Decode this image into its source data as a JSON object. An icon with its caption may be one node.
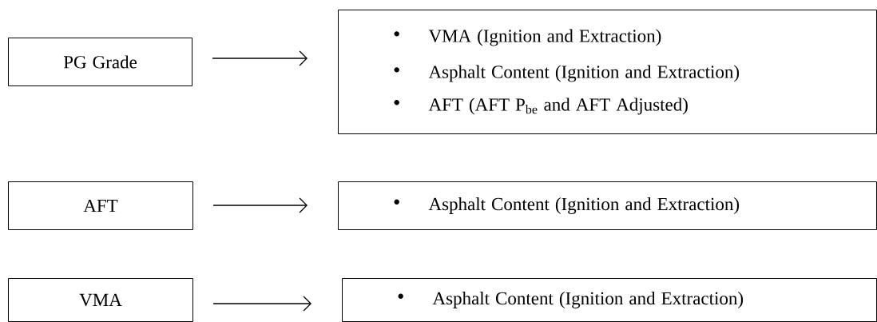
{
  "diagram": {
    "nodes": [
      {
        "text": [
          "PG Grade"
        ]
      },
      {
        "text": [
          "VMA (Ignition and Extraction)",
          "Asphalt Content (Ignition and Extraction)",
          "AFT (AFT P$_{be}$ and AFT Adjusted)"
        ]
      },
      {
        "text": [
          "AFT"
        ]
      },
      {
        "text": [
          "Asphalt Content (Ignition and Extraction)"
        ]
      },
      {
        "text": [
          "VMA"
        ]
      },
      {
        "text": [
          "Asphalt Content (Ignition and Extraction)"
        ]
      }
    ],
    "edges": [
      {
        "from": 0,
        "to": 1,
        "arrow": "to"
      },
      {
        "from": 2,
        "to": 3,
        "arrow": "to"
      },
      {
        "from": 4,
        "to": 5,
        "arrow": "to"
      }
    ]
  }
}
